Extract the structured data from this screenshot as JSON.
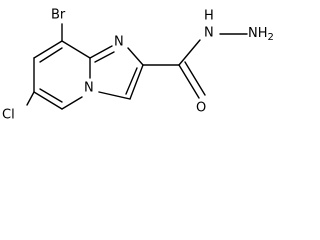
{
  "structure": {
    "atoms": {
      "br": "Br",
      "cl": "Cl",
      "n_ring_top": "N",
      "n_ring_bridge": "N",
      "hydrazide_nh": "H",
      "hydrazide_n": "N",
      "nh2_n": "NH",
      "nh2_sub": "2",
      "o": "O"
    }
  }
}
